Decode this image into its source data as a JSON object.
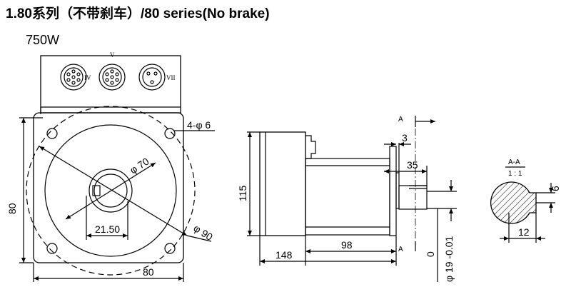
{
  "heading": "1.80系列（不带刹车）/80 series(No brake)",
  "power": "750W",
  "front_view": {
    "connector_labels": {
      "v": "V",
      "iv": "IV",
      "vii": "VII"
    },
    "holes_label": "4-φ 6",
    "dim_inner_circle": "φ 70",
    "dim_outer_circle": "φ 90",
    "dim_keyway": "21.50",
    "dim_height": "80",
    "dim_width": "80"
  },
  "side_view": {
    "dim_height": "115",
    "dim_shaft_step": "3",
    "dim_shaft_length": "35",
    "dim_total_length": "148",
    "dim_body_length": "98",
    "dim_shaft_tol_top": "0",
    "dim_shaft_dia": "φ 19 -0.01",
    "section_mark_top": "A",
    "section_mark_bottom": "A"
  },
  "section_view": {
    "title": "A-A",
    "scale": "1 : 1",
    "dim_key": "6",
    "dim_width": "12"
  }
}
